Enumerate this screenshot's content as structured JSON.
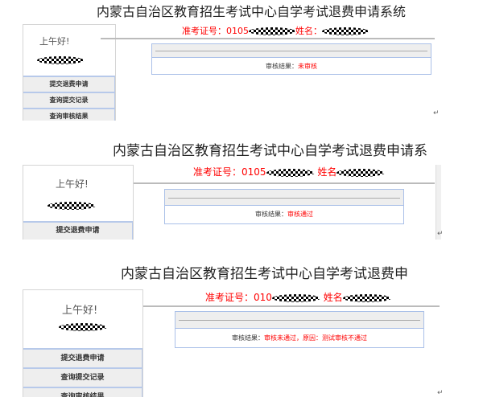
{
  "screens": [
    {
      "title": "内蒙古自治区教育招生考试中心自学考试退费申请系统",
      "greeting": "上午好!",
      "header": {
        "ticket_label": "准考证号：0105",
        "name_label": "姓名："
      },
      "menu": [
        "提交退费申请",
        "查询提交记录",
        "查询审核结果"
      ],
      "result_label": "审核结果：",
      "result_value": "未审核"
    },
    {
      "title": "内蒙古自治区教育招生考试中心自学考试退费申请系",
      "greeting": "上午好!",
      "header": {
        "ticket_label": "准考证号：0105",
        "name_label": "姓名"
      },
      "menu": [
        "提交退费申请"
      ],
      "result_label": "审核结果：",
      "result_value": "审核通过"
    },
    {
      "title": "内蒙古自治区教育招生考试中心自学考试退费申",
      "greeting": "上午好!",
      "header": {
        "ticket_label": "准考证号：010",
        "name_label": "姓名"
      },
      "menu": [
        "提交退费申请",
        "查询提交记录",
        "查询审核结果"
      ],
      "result_label": "审核结果：",
      "result_value": "审核未通过，原因：测试审核不通过"
    }
  ],
  "paragraph_mark": "↵"
}
